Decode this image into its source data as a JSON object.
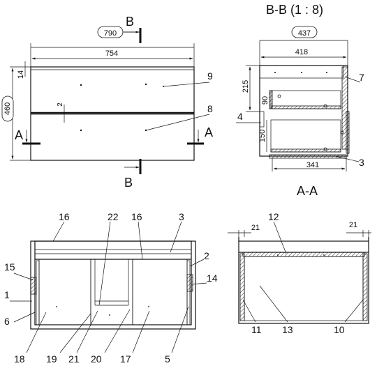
{
  "section_titles": {
    "bb": "B-B (1 : 8)",
    "aa": "A-A"
  },
  "section_markers": {
    "b": "B",
    "a": "A"
  },
  "dimensions": {
    "front_overall_width": "790",
    "front_inner_width": "754",
    "front_height": "460",
    "front_top_offset": "14",
    "front_gap": "2",
    "side_overall_depth": "437",
    "side_inner_depth": "418",
    "side_upper_height": "215",
    "side_drawer_height": "90",
    "side_lower_height": "150",
    "side_bottom_depth": "341",
    "plan_left_margin": "21",
    "plan_right_margin": "21"
  },
  "part_labels": {
    "p1": "1",
    "p2": "2",
    "p3": "3",
    "p4": "4",
    "p5": "5",
    "p6": "6",
    "p7": "7",
    "p8": "8",
    "p9": "9",
    "p10": "10",
    "p11": "11",
    "p12": "12",
    "p13": "13",
    "p14": "14",
    "p15": "15",
    "p16a": "16",
    "p16b": "16",
    "p17": "17",
    "p18": "18",
    "p19": "19",
    "p20": "20",
    "p21": "21",
    "p22": "22",
    "p3b": "3"
  }
}
